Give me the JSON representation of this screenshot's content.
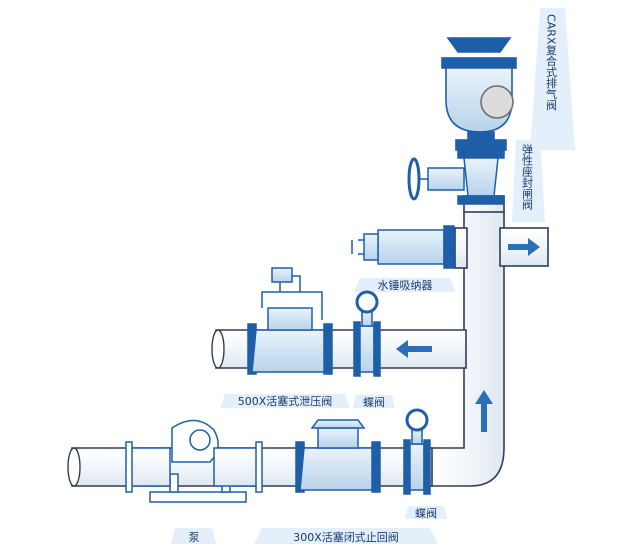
{
  "labels": {
    "air_valve": "CARX复合式排气阀",
    "gate_valve": "弹性座封闸阀",
    "water_hammer": "水锤吸纳器",
    "relief_valve": "500X活塞式泄压阀",
    "butterfly_upper": "蝶阀",
    "butterfly_lower": "蝶阀",
    "pump": "泵",
    "check_valve": "300X活塞闭式止回阀"
  },
  "colors": {
    "pipe_fill": "#ffffff",
    "pipe_stroke": "#2f3f55",
    "valve_blue": "#1f5fa8",
    "light_blue": "#d6eaf8",
    "flow_arrow": "#2a6fb8",
    "label_text": "#1a3a6e"
  }
}
